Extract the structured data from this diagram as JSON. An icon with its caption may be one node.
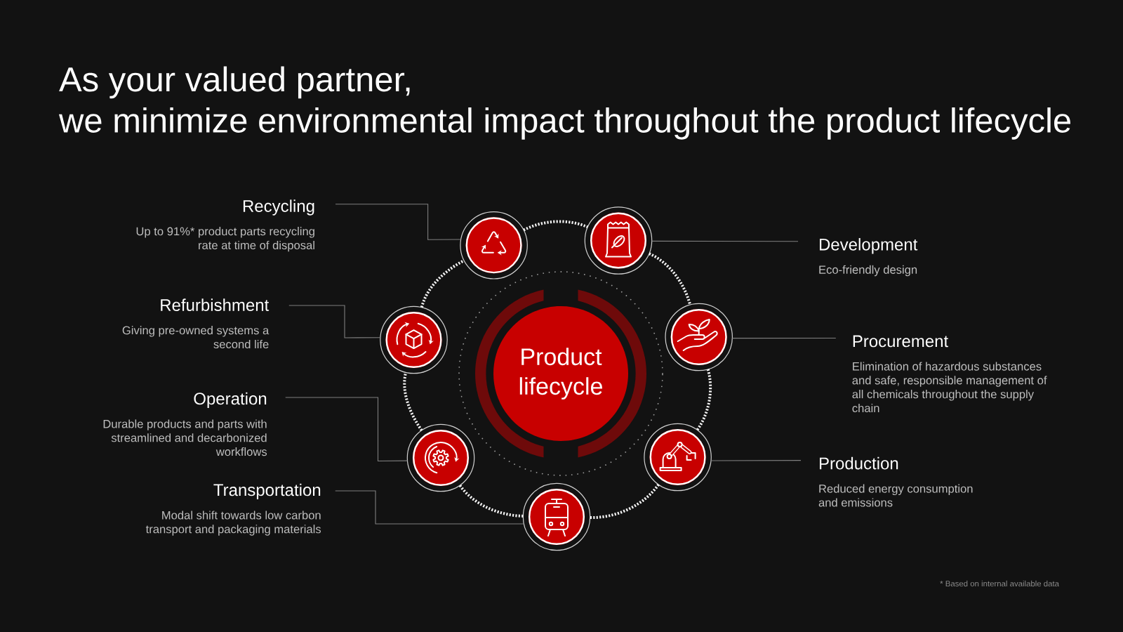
{
  "diagram": {
    "title": "As your valued partner, we minimize environmental impact throughout the product lifecycle",
    "nodes": [
      {
        "text": [
          "Product lifecycle"
        ]
      },
      {
        "text": [],
        "shape": "circle"
      },
      {
        "text": [],
        "shape": "circle"
      },
      {
        "text": [],
        "shape": "circle"
      },
      {
        "text": [],
        "shape": "circle"
      },
      {
        "text": [],
        "shape": "circle"
      },
      {
        "text": [],
        "shape": "circle"
      },
      {
        "text": [],
        "shape": "circle"
      },
      {
        "text": [
          "Recycling",
          "Up to 91%* product parts recycling rate at time of disposal"
        ]
      },
      {
        "text": [
          "Development",
          "Eco-friendly design"
        ]
      },
      {
        "text": [
          "Procurement",
          "Elimination of hazardous substances and safe, responsible management of all chemicals throughout the supply chain"
        ]
      },
      {
        "text": [
          "Production",
          "Reduced energy consumption and emissions"
        ]
      },
      {
        "text": [
          "Transportation",
          "Modal shift towards low carbon transport and packaging materials"
        ]
      },
      {
        "text": [
          "Operation",
          "Durable products and parts with streamlined and decarbonized workflows"
        ]
      },
      {
        "text": [
          "Refurbishment",
          "Giving pre-owned systems a second life"
        ]
      }
    ],
    "edges": [
      {
        "from": 1,
        "to": 2,
        "arrow": "none",
        "style": "dashed",
        "color": "#f2f2f2"
      },
      {
        "from": 2,
        "to": 3,
        "arrow": "none",
        "style": "dashed",
        "color": "#f2f2f2"
      },
      {
        "from": 3,
        "to": 4,
        "arrow": "none",
        "style": "dashed",
        "color": "#f2f2f2"
      },
      {
        "from": 4,
        "to": 5,
        "arrow": "none",
        "style": "dashed",
        "color": "#f2f2f2"
      },
      {
        "from": 5,
        "to": 6,
        "arrow": "none",
        "style": "dashed",
        "color": "#f2f2f2"
      },
      {
        "from": 6,
        "to": 7,
        "arrow": "none",
        "style": "dashed",
        "color": "#f2f2f2"
      },
      {
        "from": 7,
        "to": 1,
        "arrow": "none",
        "style": "dashed",
        "color": "#f2f2f2"
      },
      {
        "from": 8,
        "to": 1,
        "arrow": "none",
        "color": "#7f7f7f"
      },
      {
        "from": 9,
        "to": 2,
        "arrow": "none",
        "color": "#7f7f7f"
      },
      {
        "from": 10,
        "to": 3,
        "arrow": "none",
        "color": "#7f7f7f"
      },
      {
        "from": 11,
        "to": 4,
        "arrow": "none",
        "color": "#7f7f7f"
      },
      {
        "from": 12,
        "to": 5,
        "arrow": "none",
        "color": "#7f7f7f"
      },
      {
        "from": 13,
        "to": 6,
        "arrow": "none",
        "color": "#7f7f7f"
      },
      {
        "from": 14,
        "to": 7,
        "arrow": "none",
        "color": "#7f7f7f"
      }
    ],
    "labels": [
      "* Based on internal available data"
    ]
  }
}
